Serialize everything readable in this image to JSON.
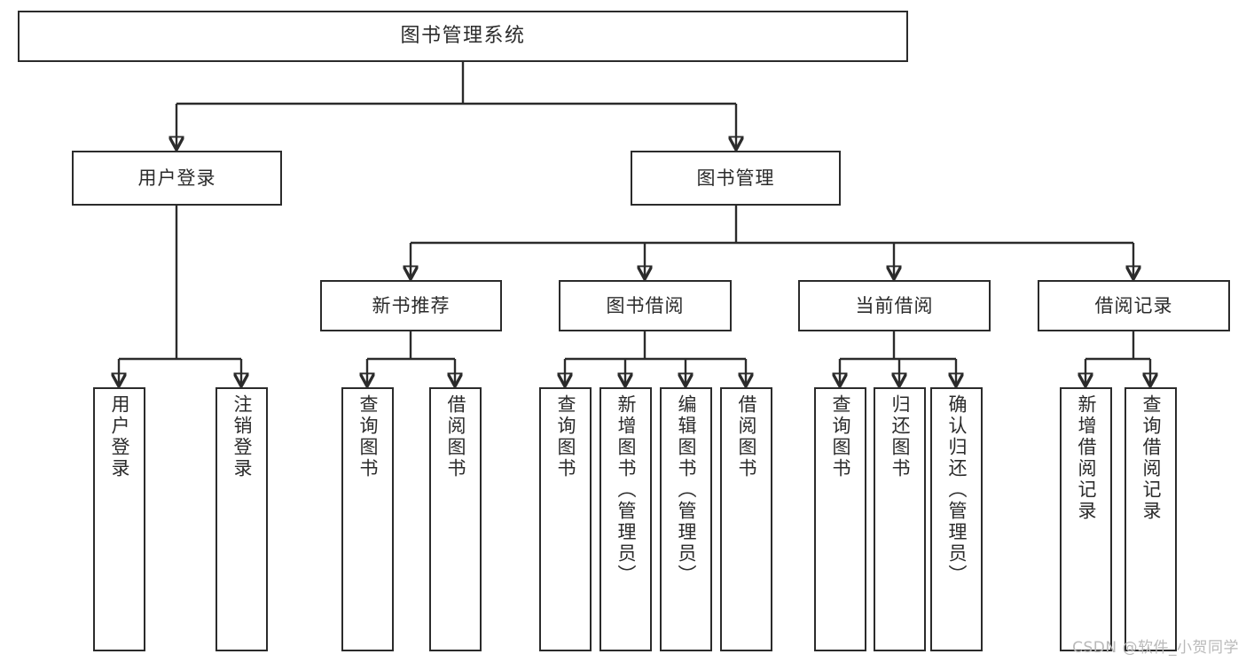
{
  "diagram": {
    "title": "图书管理系统",
    "type": "functional-structure-tree",
    "watermark": "CSDN @软件_小贺同学",
    "colors": {
      "stroke": "#2b2b2b",
      "fill": "#ffffff",
      "watermark": "#b9b9b9"
    },
    "levels": {
      "root": {
        "label": "图书管理系统"
      },
      "level2": [
        {
          "label": "用户登录"
        },
        {
          "label": "图书管理"
        }
      ],
      "level3": [
        {
          "label": "新书推荐"
        },
        {
          "label": "图书借阅"
        },
        {
          "label": "当前借阅"
        },
        {
          "label": "借阅记录"
        }
      ],
      "leaves": {
        "user_login": [
          {
            "label": "用户登录"
          },
          {
            "label": "注销登录"
          }
        ],
        "new_book_recommend": [
          {
            "label": "查询图书"
          },
          {
            "label": "借阅图书"
          }
        ],
        "book_borrow": [
          {
            "label": "查询图书"
          },
          {
            "label": "新增图书（管理员）"
          },
          {
            "label": "编辑图书（管理员）"
          },
          {
            "label": "借阅图书"
          }
        ],
        "current_borrow": [
          {
            "label": "查询图书"
          },
          {
            "label": "归还图书"
          },
          {
            "label": "确认归还（管理员）"
          }
        ],
        "borrow_record": [
          {
            "label": "新增借阅记录"
          },
          {
            "label": "查询借阅记录"
          }
        ]
      }
    }
  }
}
